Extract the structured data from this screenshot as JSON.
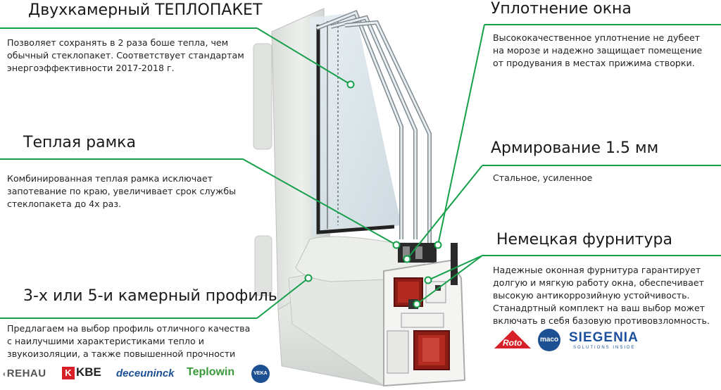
{
  "colors": {
    "accent": "#0f9d58",
    "lines": "#17a04a",
    "roto_red": "#d61f26",
    "siegenia_blue": "#1c4f9c",
    "maco_blue": "#1d4f93"
  },
  "sections": {
    "glass_unit": {
      "title": "Двухкамерный ТЕПЛОПАКЕТ",
      "lines": [
        "Позволяет сохранять в 2 раза боше тепла, чем",
        "обычный стеклопакет. Соответствует стандартам",
        "энергоэффективности 2017-2018 г."
      ]
    },
    "warm_frame": {
      "title": "Теплая рамка",
      "lines": [
        "Комбинированная теплая рамка исключает",
        "запотевание по краю, увеличивает срок службы",
        "стеклопакета до 4х раз."
      ]
    },
    "profile": {
      "title": "3-х или 5-и камерный профиль",
      "lines": [
        "Предлагаем на выбор профиль отличного качества",
        "с наилучшими характеристиками тепло и",
        "звукоизоляции, а также повышенной прочности"
      ]
    },
    "seal": {
      "title": "Уплотнение окна",
      "lines": [
        "Высококачественное уплотнение не дубеет",
        "на морозе и надежно защищает помещение",
        "от продувания в местах прижима створки."
      ]
    },
    "reinforcement": {
      "title": "Армирование 1.5 мм",
      "lines": [
        "Стальное, усиленное"
      ]
    },
    "hardware": {
      "title": "Немецкая фурнитура",
      "lines": [
        "Надежные оконная фурнитура гарантирует",
        "долгую и мягкую работу окна, обеспечивает",
        "высокую антикоррозийную устойчивость.",
        "Станадртный комплект на ваш выбор может",
        "включать в себя базовую противовзломность."
      ]
    }
  },
  "profile_logos": [
    "REHAU",
    "KBE",
    "deceuninck",
    "Teplowin",
    "VEKA"
  ],
  "hardware_logos": {
    "roto": "Roto",
    "maco": "maco",
    "siegenia": "SIEGENIA",
    "siegenia_tag": "SOLUTIONS INSIDE"
  },
  "icons": [
    "callout-dot-icon",
    "rehau-logo-icon",
    "kbe-logo-icon",
    "veka-logo-icon",
    "roto-logo-icon",
    "maco-logo-icon",
    "siegenia-logo-icon"
  ]
}
